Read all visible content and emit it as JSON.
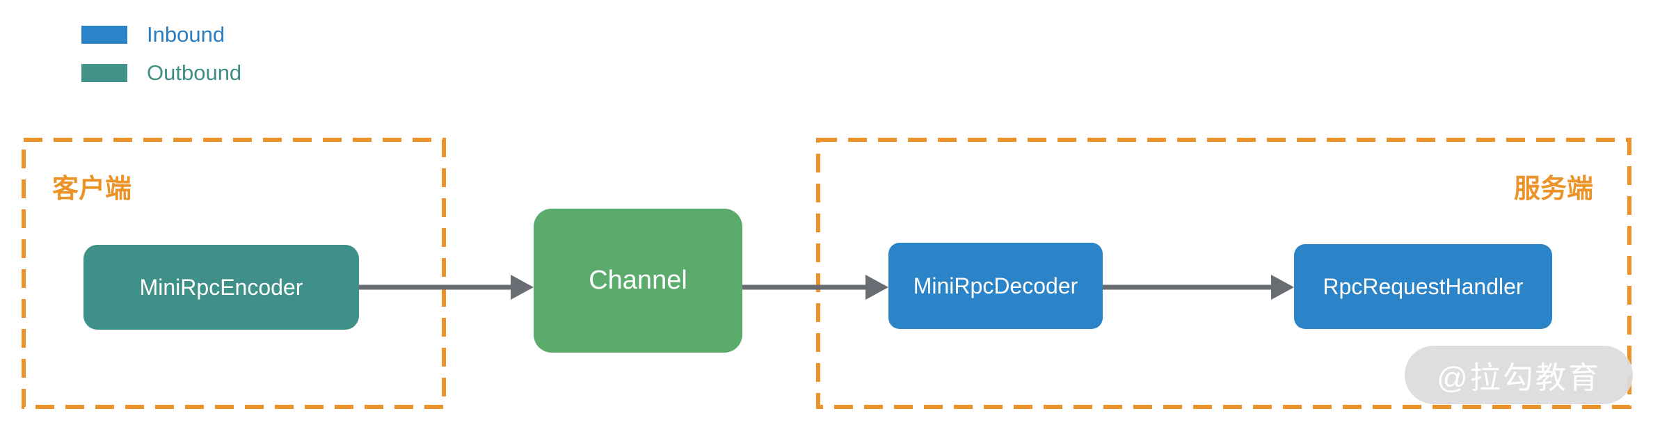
{
  "legend": {
    "items": [
      {
        "id": "inbound",
        "label": "Inbound",
        "swatch_color": "#2b84c7",
        "text_color": "#2b7ec1"
      },
      {
        "id": "outbound",
        "label": "Outbound",
        "swatch_color": "#42948b",
        "text_color": "#3e8e84"
      }
    ]
  },
  "diagram": {
    "groups": {
      "client": {
        "label": "客户端"
      },
      "server": {
        "label": "服务端"
      }
    },
    "nodes": {
      "encoder": {
        "label": "MiniRpcEncoder",
        "direction": "outbound",
        "fill": "#3e9088"
      },
      "channel": {
        "label": "Channel",
        "direction": "channel",
        "fill": "#5bab6c"
      },
      "decoder": {
        "label": "MiniRpcDecoder",
        "direction": "inbound",
        "fill": "#2b84c7"
      },
      "handler": {
        "label": "RpcRequestHandler",
        "direction": "inbound",
        "fill": "#2b84c7"
      }
    },
    "flow": [
      "MiniRpcEncoder -> Channel",
      "Channel -> MiniRpcDecoder",
      "MiniRpcDecoder -> RpcRequestHandler"
    ],
    "colors": {
      "group_border": "#eb9329",
      "group_label": "#eb9329",
      "arrow": "#696c72",
      "node_text": "#ffffff"
    }
  },
  "watermark": {
    "text": "@拉勾教育"
  }
}
